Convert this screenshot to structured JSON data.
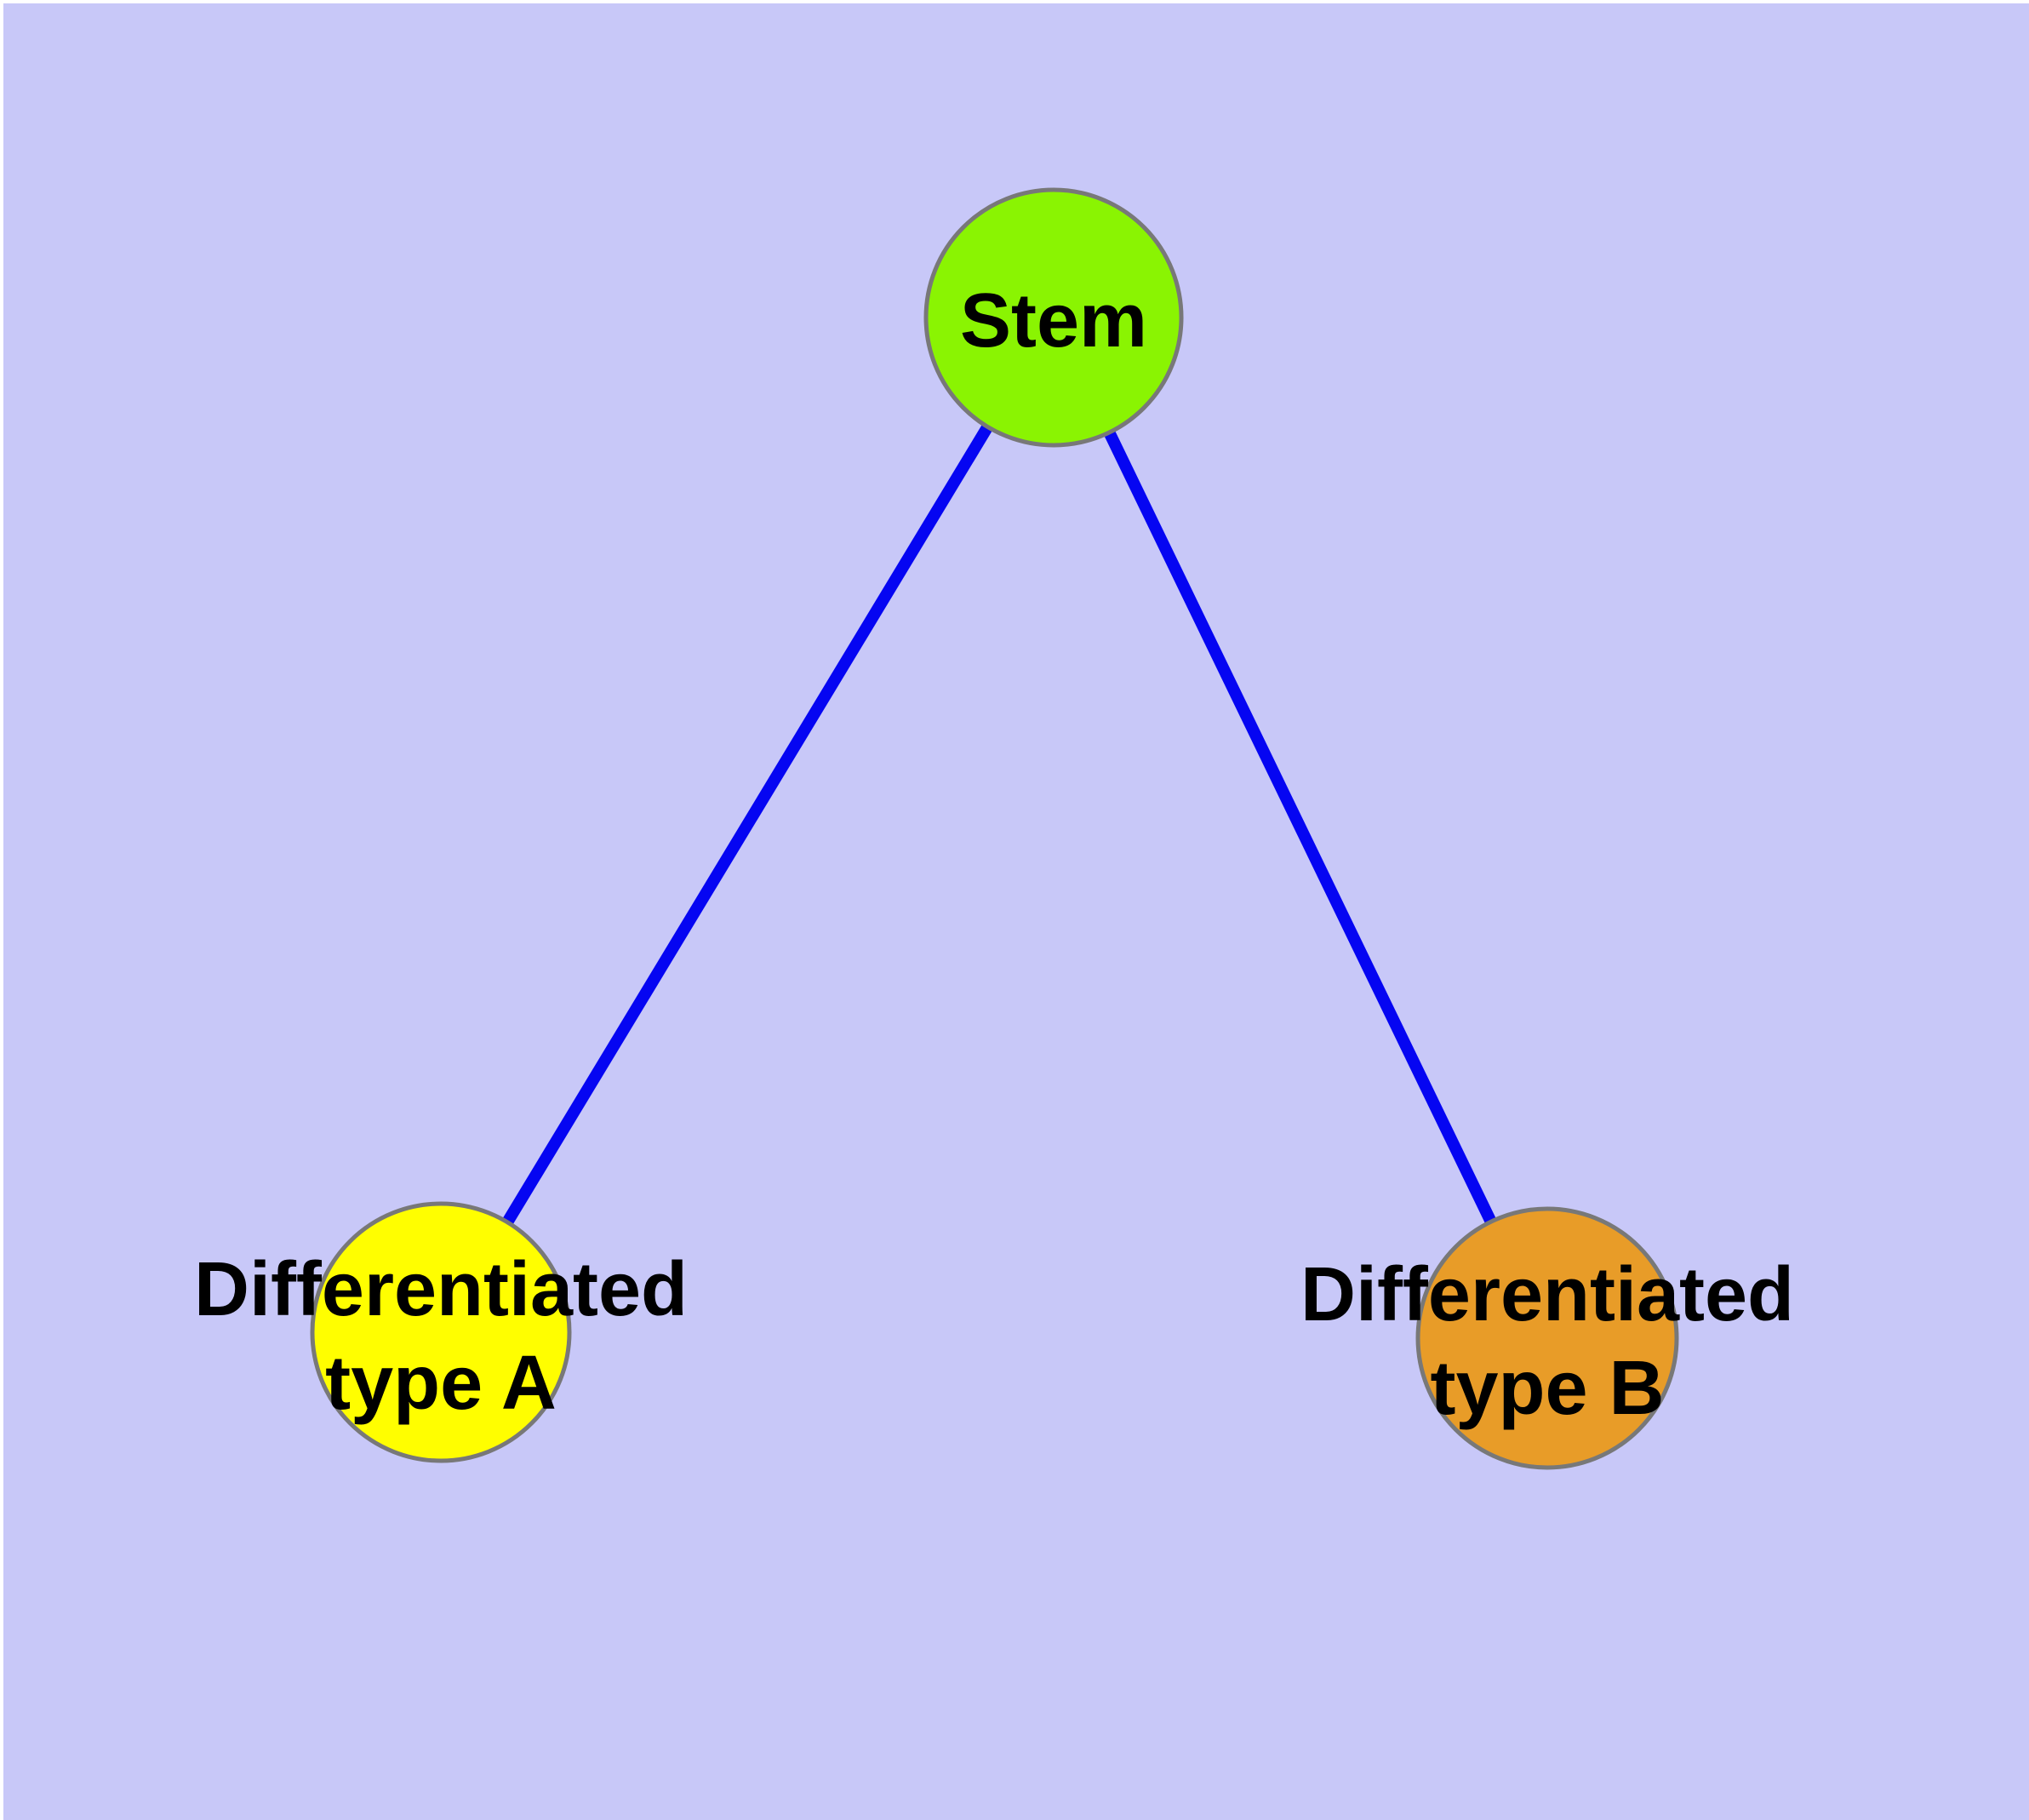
{
  "diagram": {
    "description": "Cell differentiation graph: one stem node connected to two differentiated cell type nodes",
    "background_color": "#C8C8F8",
    "frame_color": "#FFFFFF",
    "edge_color": "#0505F2",
    "node_border_color": "#787878",
    "label_color": "#000000",
    "nodes": [
      {
        "id": "stem",
        "label": "Stem",
        "fill": "#8AF402"
      },
      {
        "id": "type-a",
        "label_line1": "Differentiated",
        "label_line2": "type A",
        "fill": "#FFFE00"
      },
      {
        "id": "type-b",
        "label_line1": "Differentiated",
        "label_line2": "type B",
        "fill": "#E89C28"
      }
    ],
    "edges": [
      {
        "from": "Stem",
        "to": "Differentiated type A"
      },
      {
        "from": "Stem",
        "to": "Differentiated type B"
      }
    ]
  }
}
